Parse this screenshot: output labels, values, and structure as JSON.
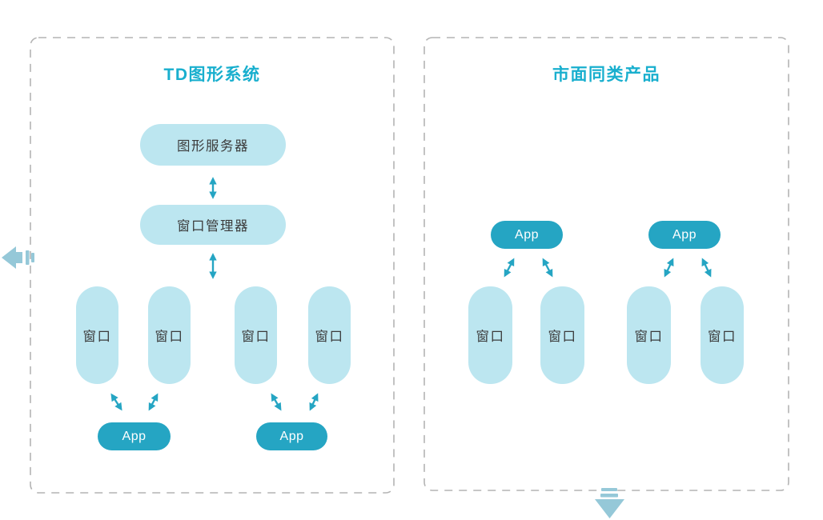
{
  "colors": {
    "accent": "#19AFCE",
    "teal": "#25A5C3",
    "light_box": "#BCE6F0",
    "dark_text": "#3B3B3B",
    "decorative": "#95C8D8",
    "panel_border": "#B4B4B4"
  },
  "left_panel": {
    "title": "TD图形系统",
    "graphics_server": "图形服务器",
    "window_manager": "窗口管理器",
    "window": "窗口",
    "app": "App"
  },
  "right_panel": {
    "title": "市面同类产品",
    "window": "窗口",
    "app": "App"
  },
  "icons": {
    "left_nav": "left-arrow-indicator",
    "down_nav": "down-arrow-indicator"
  }
}
